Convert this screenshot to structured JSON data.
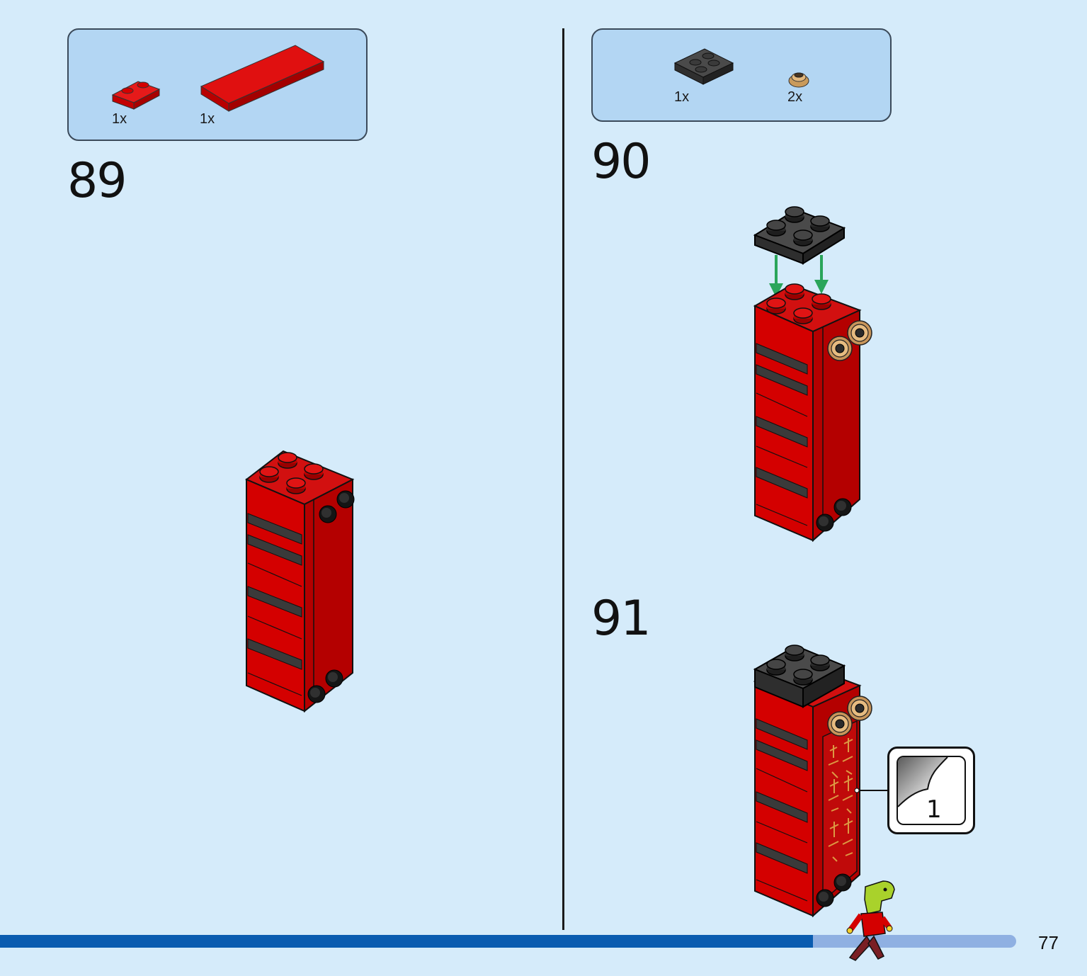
{
  "steps": [
    {
      "number": "89",
      "parts": [
        {
          "qty": "1x",
          "name": "red-plate-1x2"
        },
        {
          "qty": "1x",
          "name": "red-tile-2x6"
        }
      ]
    },
    {
      "number": "90",
      "parts": [
        {
          "qty": "1x",
          "name": "dark-gray-plate-2x2"
        },
        {
          "qty": "2x",
          "name": "pearl-gold-round-plate"
        }
      ]
    },
    {
      "number": "91",
      "sticker": {
        "label": "1"
      }
    }
  ],
  "colors": {
    "background": "#d5ebfa",
    "parts_box": "#b3d6f3",
    "brick_red": "#d40000",
    "dark_gray": "#3a3a3a",
    "arrow_green": "#2aa55a",
    "progress_dark": "#0a5cb0",
    "progress_light": "#8fb0e2"
  },
  "progress": {
    "fraction": 0.8
  },
  "page": {
    "number": "77"
  }
}
